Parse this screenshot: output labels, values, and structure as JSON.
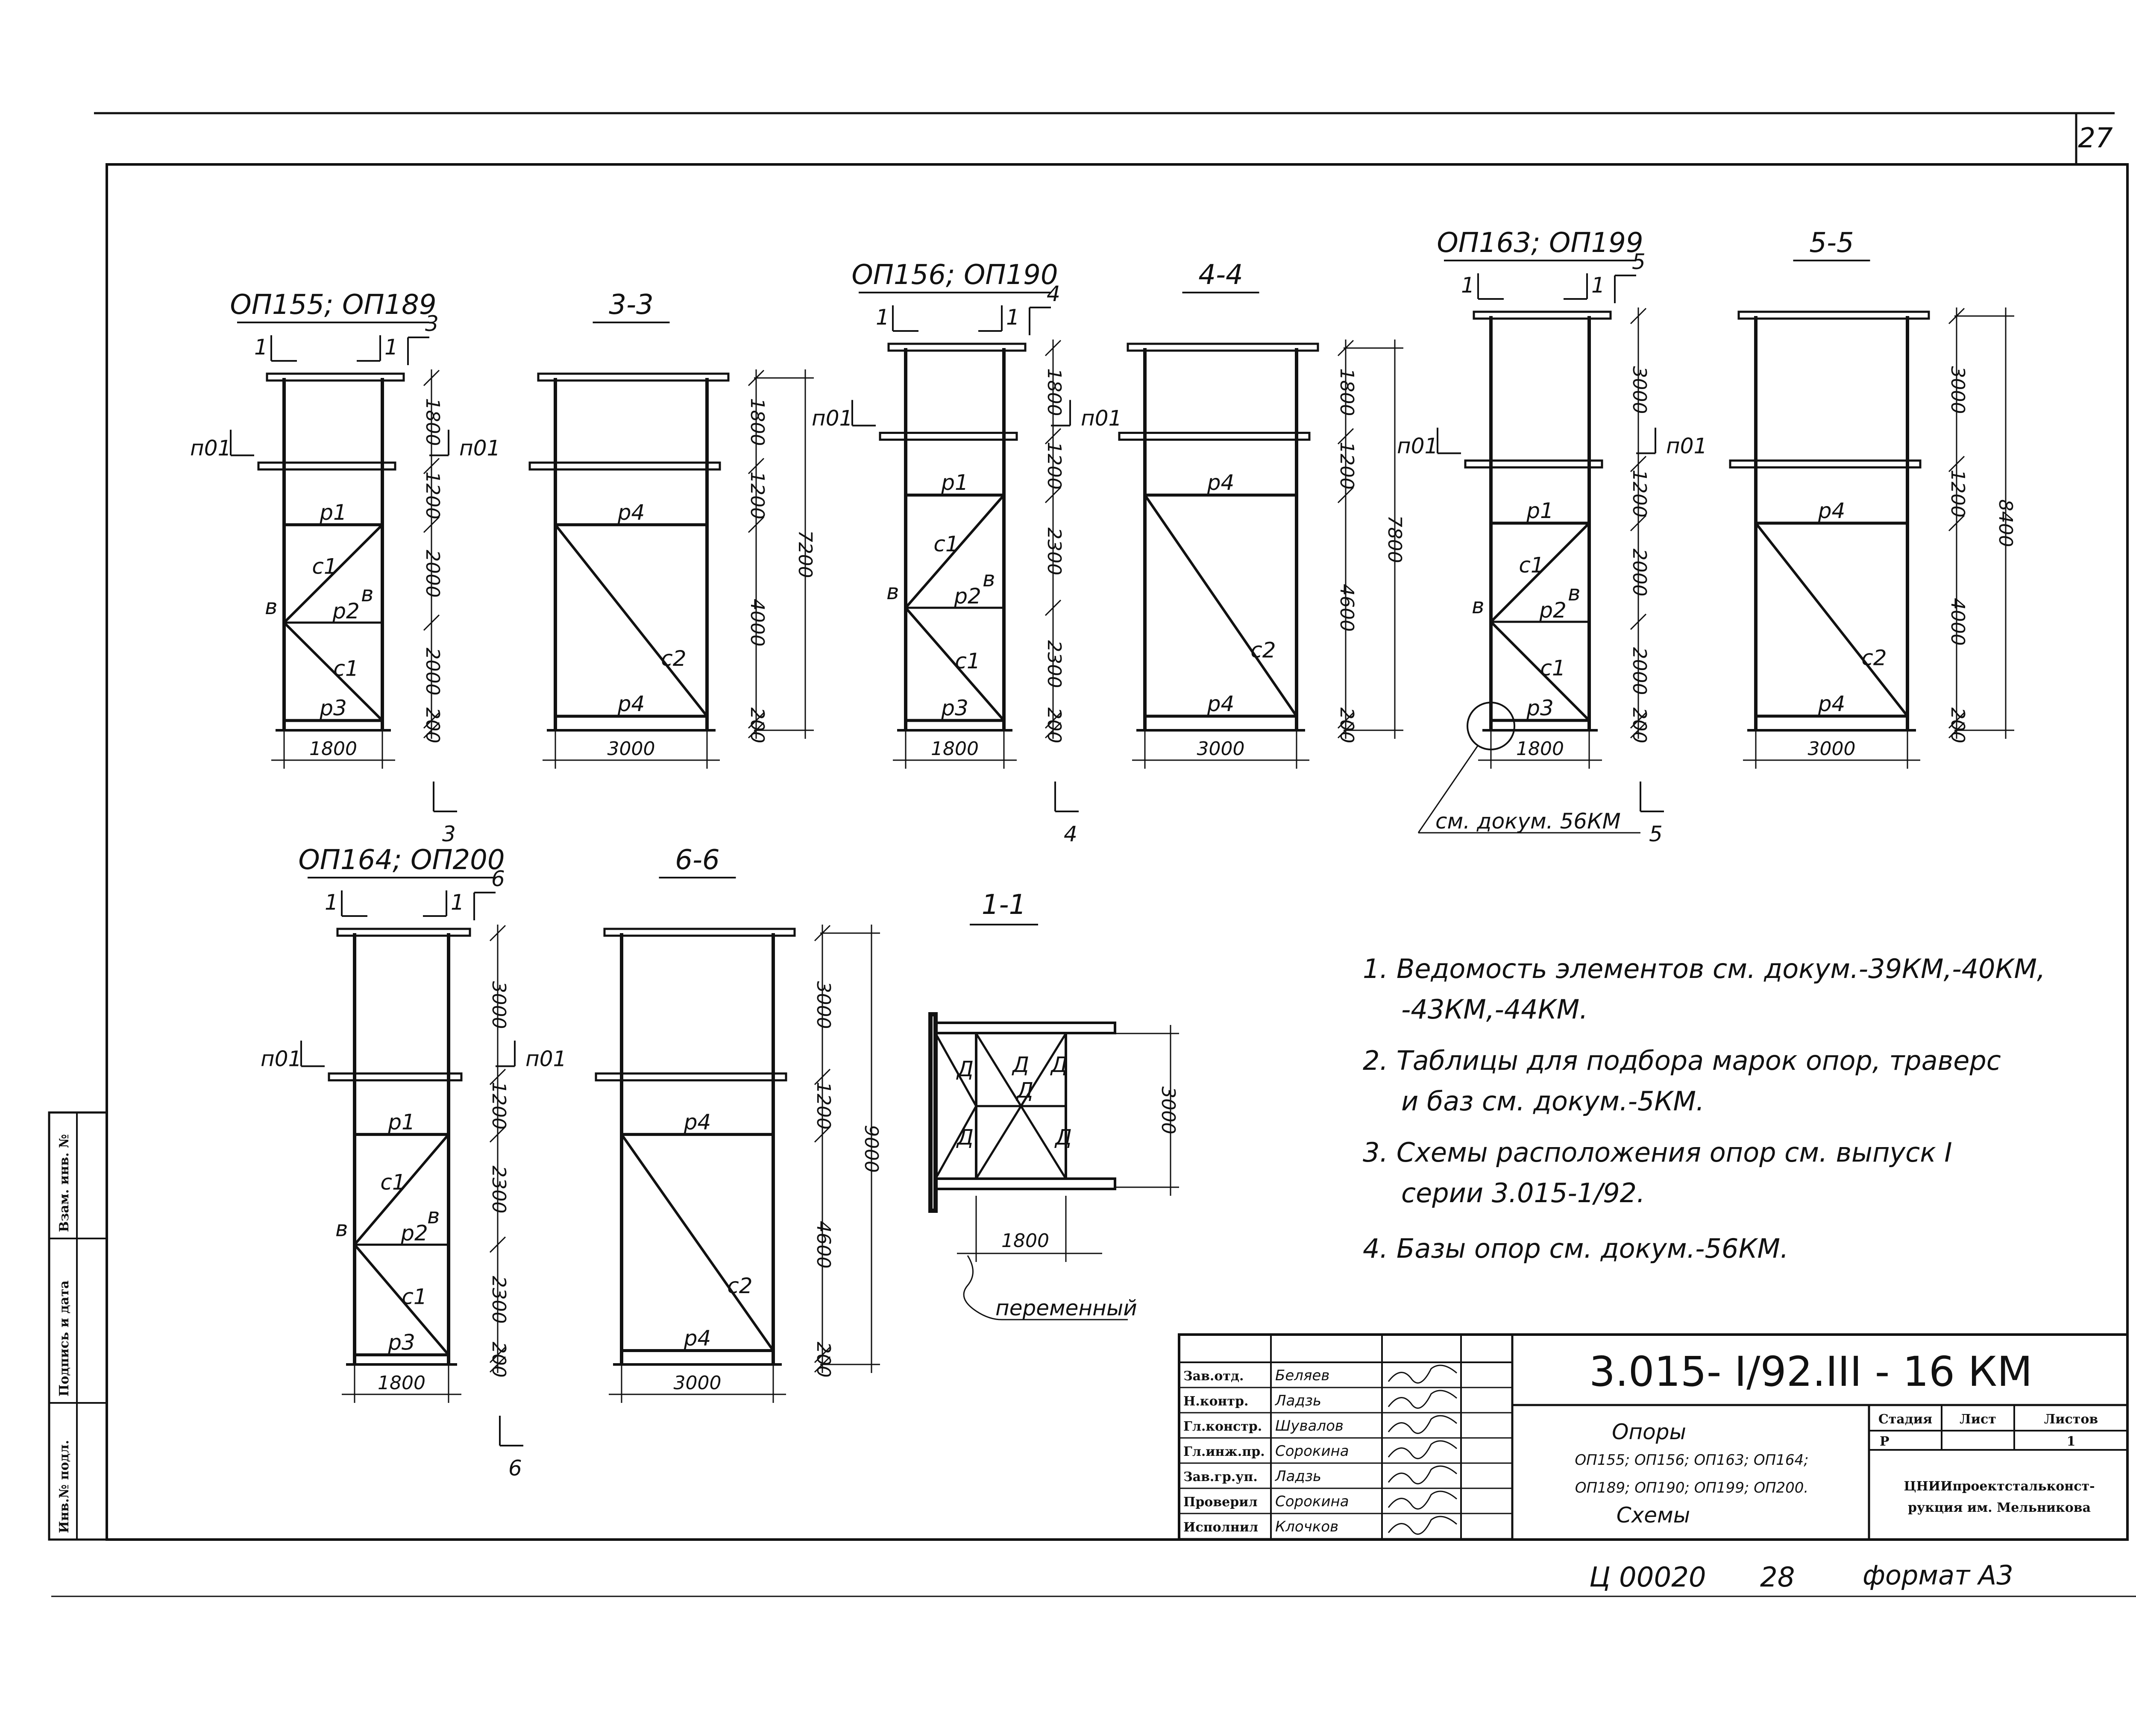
{
  "page_number": "27",
  "schemes": [
    {
      "id": "s1",
      "title": "ОП155; ОП189",
      "section": "3",
      "struts": [
        "р1",
        "р2",
        "р3"
      ],
      "diag_left": "с1",
      "diag_right": "с1",
      "post": "в",
      "post2": "в",
      "width": "1800",
      "dims": [
        "1800",
        "1200",
        "2000",
        "2000",
        "200"
      ],
      "pos": "п01"
    },
    {
      "id": "s2",
      "title": "3-3",
      "braces": [
        "р4",
        "р4"
      ],
      "diag": "с2",
      "width": "3000",
      "dims": [
        "1800",
        "1200",
        "4000",
        "200"
      ],
      "total": "7200"
    },
    {
      "id": "s3",
      "title": "ОП156; ОП190",
      "section": "4",
      "struts": [
        "р1",
        "р2",
        "р3"
      ],
      "diag_left": "с1",
      "diag_right": "с1",
      "post": "в",
      "post2": "в",
      "width": "1800",
      "dims": [
        "1800",
        "1200",
        "2300",
        "2300",
        "200"
      ],
      "pos": "п01"
    },
    {
      "id": "s4",
      "title": "4-4",
      "braces": [
        "р4",
        "р4"
      ],
      "diag": "с2",
      "width": "3000",
      "dims": [
        "1800",
        "1200",
        "4600",
        "200"
      ],
      "total": "7800"
    },
    {
      "id": "s5",
      "title": "ОП163; ОП199",
      "section": "5",
      "struts": [
        "р1",
        "р2",
        "р3"
      ],
      "diag_left": "с1",
      "diag_right": "с1",
      "post": "в",
      "post2": "в",
      "width": "1800",
      "dims": [
        "3000",
        "1200",
        "2000",
        "2000",
        "200"
      ],
      "pos": "п01",
      "callout": "см. докум. 56КМ"
    },
    {
      "id": "s6",
      "title": "5-5",
      "braces": [
        "р4",
        "р4"
      ],
      "diag": "с2",
      "width": "3000",
      "dims": [
        "3000",
        "1200",
        "4000",
        "200"
      ],
      "total": "8400"
    },
    {
      "id": "s7",
      "title": "ОП164; ОП200",
      "section": "6",
      "struts": [
        "р1",
        "р2",
        "р3"
      ],
      "diag_left": "с1",
      "diag_right": "с1",
      "post": "в",
      "post2": "в",
      "width": "1800",
      "dims": [
        "3000",
        "1200",
        "2300",
        "2300",
        "200"
      ],
      "pos": "п01"
    },
    {
      "id": "s8",
      "title": "6-6",
      "braces": [
        "р4",
        "р4"
      ],
      "diag": "с2",
      "width": "3000",
      "dims": [
        "3000",
        "1200",
        "4600",
        "200"
      ],
      "total": "9000"
    }
  ],
  "plan": {
    "title": "1-1",
    "mark": "Д",
    "depth": "3000",
    "width": "1800",
    "note": "переменный"
  },
  "section_marks": {
    "one": "1"
  },
  "notes": [
    "1. Ведомость элементов см. докум.-39КМ,-40КМ,",
    "-43КМ,-44КМ.",
    "2. Таблицы для подбора марок опор, траверс",
    "и баз см. докум.-5КМ.",
    "3. Схемы расположения опор см. выпуск I",
    "серии 3.015-1/92.",
    "4. Базы опор см. докум.-56КМ."
  ],
  "title_block": {
    "code": "3.015- I/92.III - 16 КМ",
    "roles": [
      "Зав.отд.",
      "Н.контр.",
      "Гл.констр.",
      "Гл.инж.пр.",
      "Зав.гр.уп.",
      "Проверил",
      "Исполнил"
    ],
    "names": [
      "Беляев",
      "Ладзь",
      "Шувалов",
      "Сорокина",
      "Ладзь",
      "Сорокина",
      "Клочков"
    ],
    "doc_name": [
      "Опоры",
      "ОП155; ОП156; ОП163; ОП164;",
      "ОП189; ОП190; ОП199; ОП200.",
      "Схемы"
    ],
    "stage_header": "Стадия",
    "sheet_header": "Лист",
    "sheets_header": "Листов",
    "stage": "Р",
    "sheets": "1",
    "org": [
      "ЦНИИпроектстальконст-",
      "рукция им. Мельникова"
    ]
  },
  "side_stamp": [
    "Инв.№ подл.",
    "Подпись и дата",
    "Взам. инв. №"
  ],
  "footer": {
    "archive": "Ц 00020",
    "number": "28",
    "format": "формат А3"
  }
}
